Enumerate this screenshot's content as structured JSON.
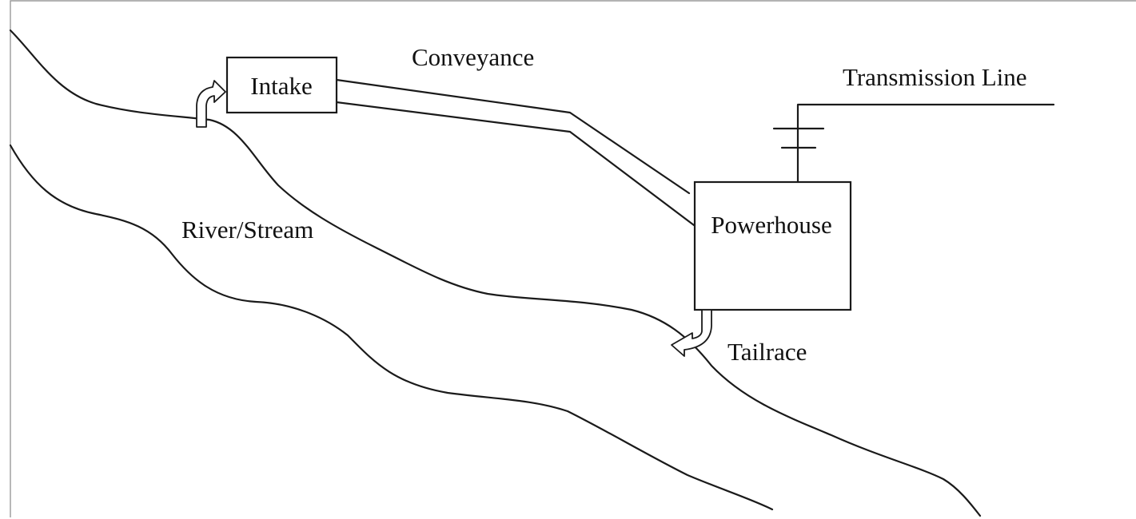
{
  "labels": {
    "intake": "Intake",
    "conveyance": "Conveyance",
    "transmission_line": "Transmission Line",
    "powerhouse": "Powerhouse",
    "river_stream": "River/Stream",
    "tailrace": "Tailrace"
  }
}
